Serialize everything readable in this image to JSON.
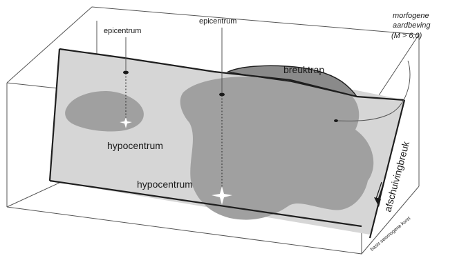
{
  "labels": {
    "epicentrum_left": "epicentrum",
    "epicentrum_center": "epicentrum",
    "hypocentrum_left": "hypocentrum",
    "hypocentrum_center": "hypocentrum",
    "breuktrap": "breuktrap",
    "morfogene_line1": "morfogene",
    "morfogene_line2": "aardbeving",
    "morfogene_line3": "(M > 6,0)",
    "afschuivingbreuk": "afschuivingbreuk",
    "basis_layer": "basis seismogene korst"
  },
  "colors": {
    "fault_plane": "#d6d6d6",
    "rupture_zone": "#a0a0a0",
    "scarp": "#8a8a8a",
    "edge": "#555555",
    "fault_edge": "#1e1e1e"
  }
}
